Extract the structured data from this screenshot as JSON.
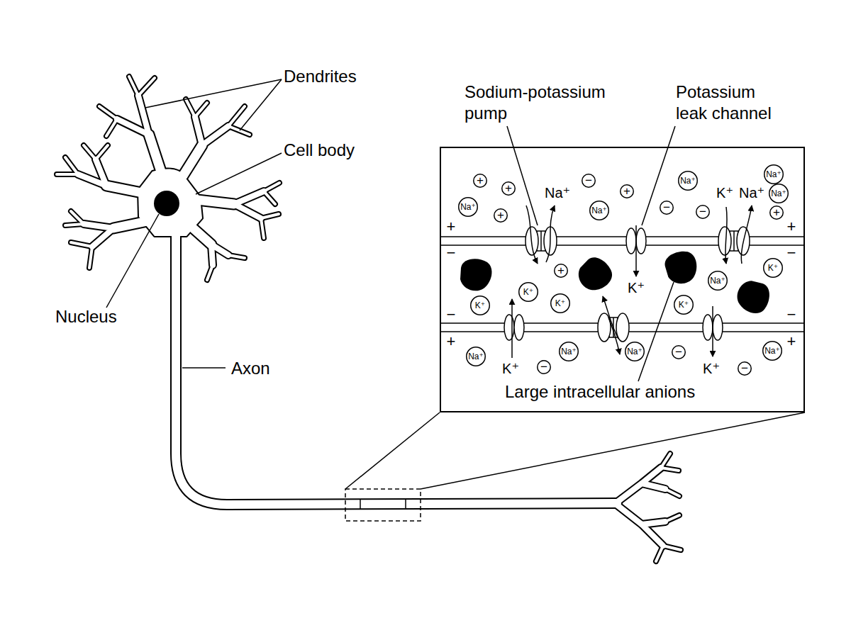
{
  "diagram": {
    "nodes": [
      {
        "text": [
          "Large intracellular anions"
        ]
      },
      {
        "text": [
          "Na⁺"
        ],
        "in": 0
      },
      {
        "text": [
          "+"
        ],
        "in": 0
      },
      {
        "text": [
          "−"
        ],
        "in": 0
      },
      {
        "text": [
          "Na⁺"
        ],
        "in": 0
      },
      {
        "text": [
          "+"
        ],
        "in": 0
      },
      {
        "text": [
          "+"
        ],
        "in": 0
      },
      {
        "text": [
          "Na⁺"
        ],
        "in": 0
      },
      {
        "text": [
          "Na⁺"
        ],
        "in": 0
      },
      {
        "text": [
          "−"
        ],
        "in": 0
      },
      {
        "text": [
          "Na⁺"
        ],
        "in": 0
      },
      {
        "text": [
          "+"
        ],
        "in": 0
      },
      {
        "text": [
          "−"
        ],
        "in": 0
      },
      {
        "text": [
          "+"
        ],
        "in": 0
      },
      {
        "text": [
          "+"
        ],
        "in": 0
      },
      {
        "text": [
          "K⁺"
        ],
        "in": 0
      },
      {
        "text": [
          "Na⁺"
        ],
        "in": 0
      },
      {
        "text": [
          "K⁺"
        ],
        "in": 0
      },
      {
        "text": [
          "K⁺"
        ],
        "in": 0
      },
      {
        "text": [
          "K⁺"
        ],
        "in": 0
      },
      {
        "text": [
          "K⁺"
        ],
        "in": 0
      },
      {
        "text": [
          "Na⁺"
        ],
        "in": 0
      },
      {
        "text": [
          "Na⁺"
        ],
        "in": 0
      },
      {
        "text": [
          "−"
        ],
        "in": 0
      },
      {
        "text": [
          "Na⁺"
        ],
        "in": 0
      },
      {
        "text": [
          "Na⁺"
        ],
        "in": 0
      },
      {
        "text": [
          "−"
        ],
        "in": 0
      },
      {
        "text": [
          "−"
        ],
        "in": 0
      }
    ],
    "labels": [
      "Dendrites",
      "Sodium-potassium pump",
      "Potassium leak channel",
      "Cell body",
      "Na⁺",
      "K⁺",
      "Na⁺",
      "+",
      "+",
      "−",
      "−",
      "K⁺",
      "Nucleus",
      "−",
      "−",
      "+",
      "+",
      "Axon",
      "K⁺",
      "K⁺"
    ]
  }
}
